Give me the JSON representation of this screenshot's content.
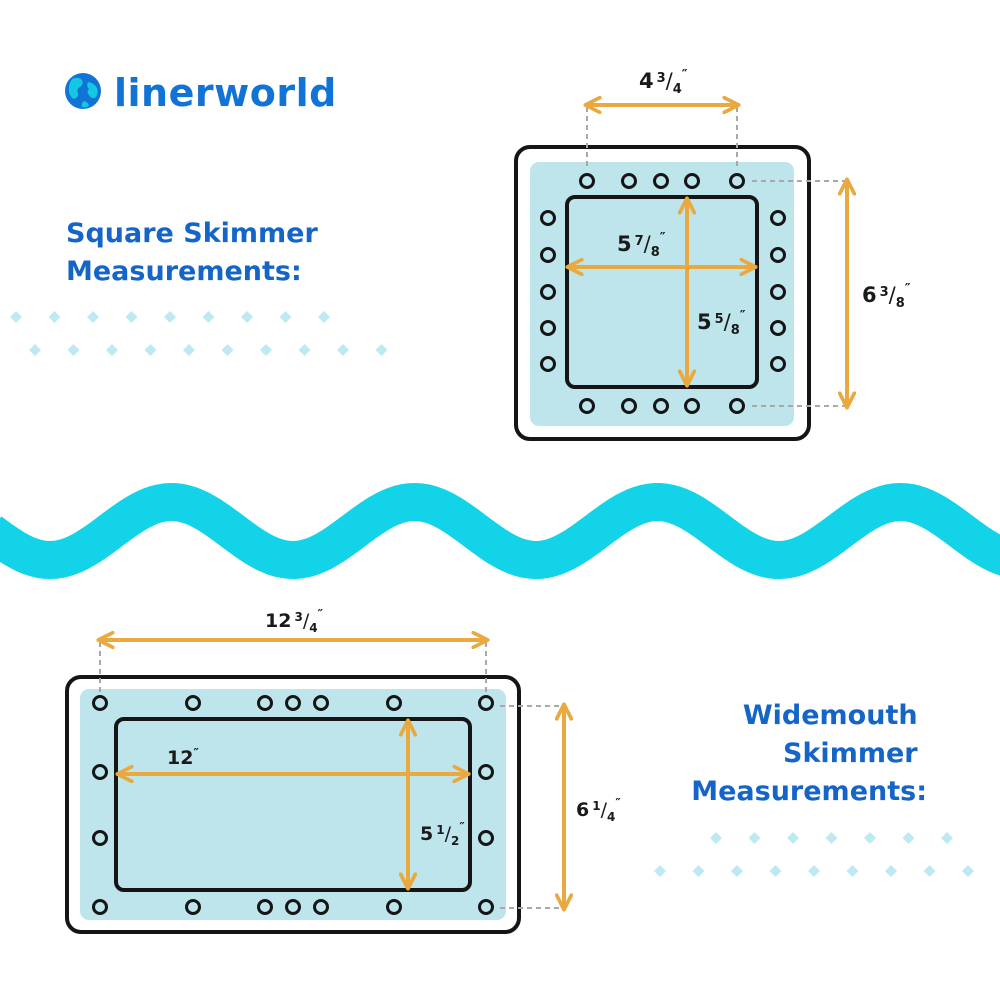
{
  "brand": {
    "name": "linerworld",
    "globe_icon": "globe-icon",
    "colors": {
      "brand_blue": "#1273d6",
      "heading_blue": "#1565c8",
      "wave": "#12d3e8",
      "accent": "#e9a93f",
      "panel": "#bee5ec",
      "diamond": "#bfe9f2"
    }
  },
  "square": {
    "heading_lines": [
      "Square Skimmer",
      "Measurements:"
    ],
    "width_label": {
      "whole": "4",
      "num": "3",
      "den": "4"
    },
    "height_label": {
      "whole": "6",
      "num": "3",
      "den": "8"
    },
    "opening_width_label": {
      "whole": "5",
      "num": "7",
      "den": "8"
    },
    "opening_height_label": {
      "whole": "5",
      "num": "5",
      "den": "8"
    }
  },
  "widemouth": {
    "heading_lines": [
      "Widemouth",
      "Skimmer",
      "Measurements:"
    ],
    "width_label": {
      "whole": "12",
      "num": "3",
      "den": "4"
    },
    "height_label": {
      "whole": "6",
      "num": "1",
      "den": "4"
    },
    "opening_width_label": {
      "whole": "12",
      "num": "",
      "den": ""
    },
    "opening_height_label": {
      "whole": "5",
      "num": "1",
      "den": "2"
    }
  }
}
